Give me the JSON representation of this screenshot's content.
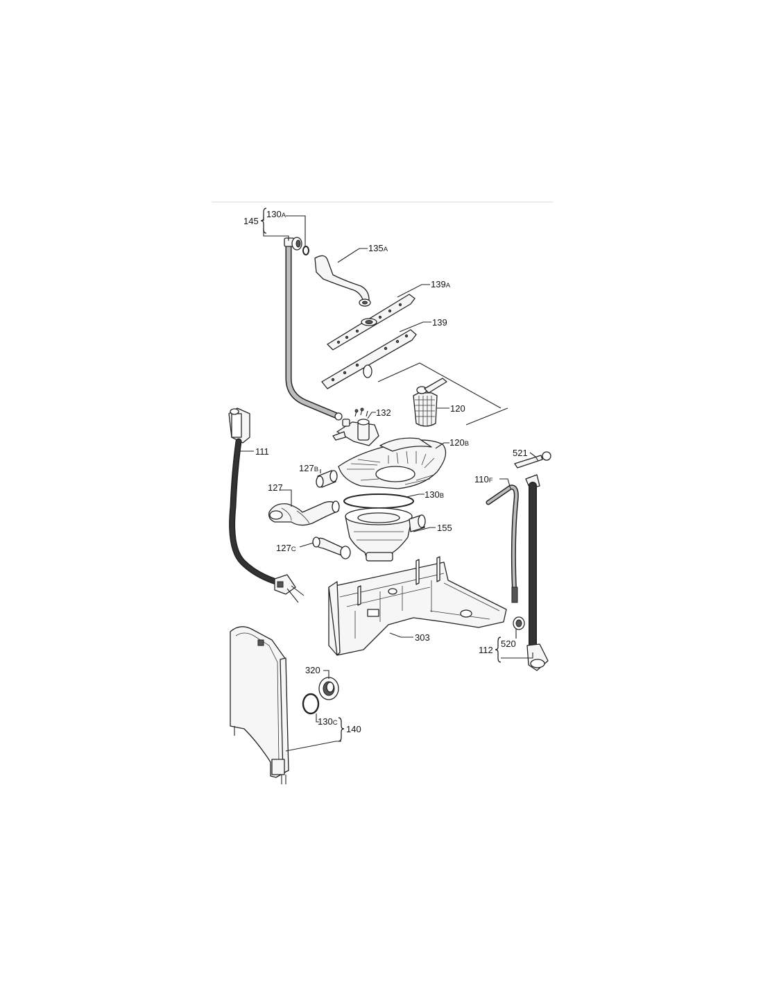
{
  "labels": {
    "l145": "145",
    "l130a": "130",
    "l130a_sub": "A",
    "l135a": "135",
    "l135a_sub": "A",
    "l139a": "139",
    "l139a_sub": "A",
    "l139": "139",
    "l120": "120",
    "l132": "132",
    "l120b": "120",
    "l120b_sub": "B",
    "l111": "111",
    "l127b": "127",
    "l127b_sub": "B",
    "l127": "127",
    "l130b": "130",
    "l130b_sub": "B",
    "l155": "155",
    "l127c": "127",
    "l127c_sub": "C",
    "l521": "521",
    "l110f": "110",
    "l110f_sub": "F",
    "l303": "303",
    "l520": "520",
    "l112": "112",
    "l320": "320",
    "l130c": "130",
    "l130c_sub": "C",
    "l140": "140"
  }
}
